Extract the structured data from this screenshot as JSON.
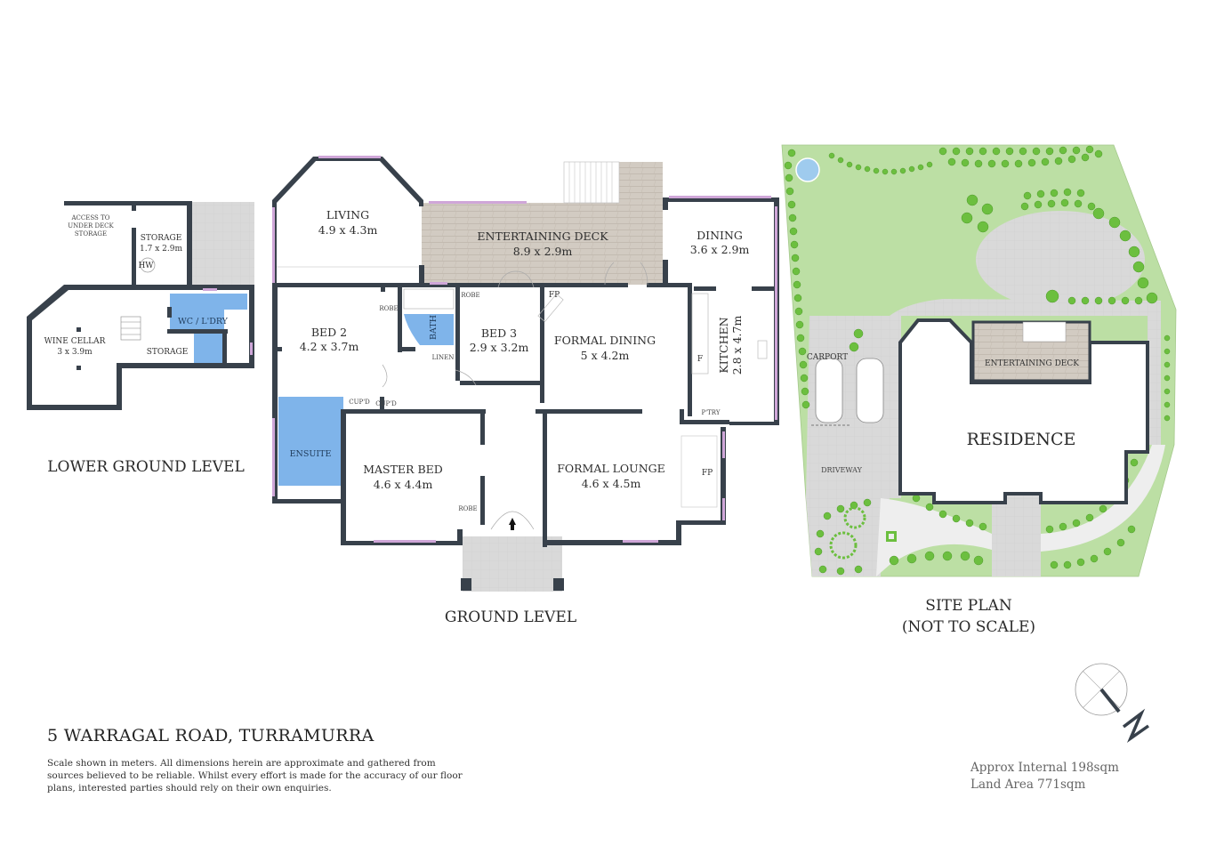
{
  "property": {
    "address": "5 WARRAGAL ROAD, TURRAMURRA",
    "disclaimer": "Scale shown in meters. All dimensions herein are approximate and gathered from sources believed to be  reliable. Whilst every effort is made for the accuracy of our floor plans, interested parties should rely on their own enquiries.",
    "approx_internal": "Approx Internal 198sqm",
    "land_area": "Land Area 771sqm"
  },
  "colors": {
    "wall": "#38414b",
    "wet_area": "#7fb4ea",
    "deck": "#d2cbc2",
    "paving": "#d9d9d9",
    "lawn": "#bcdfa4",
    "shrub": "#6cbf3f",
    "window": "#cfa6d8",
    "pool": "#9fcbee"
  },
  "lower_ground": {
    "title": "LOWER GROUND LEVEL",
    "rooms": {
      "access": [
        "ACCESS TO",
        "UNDER DECK",
        "STORAGE"
      ],
      "storage_upper": {
        "name": "STORAGE",
        "dim": "1.7 x 2.9m"
      },
      "hw": "HW",
      "wine_cellar": {
        "name": "WINE CELLAR",
        "dim": "3 x 3.9m"
      },
      "storage_lower": {
        "name": "STORAGE"
      },
      "wc_laundry": {
        "name": "WC / L'DRY"
      }
    }
  },
  "ground": {
    "title": "GROUND LEVEL",
    "rooms": {
      "living": {
        "name": "LIVING",
        "dim": "4.9 x 4.3m"
      },
      "deck": {
        "name": "ENTERTAINING DECK",
        "dim": "8.9 x 2.9m"
      },
      "dining": {
        "name": "DINING",
        "dim": "3.6 x 2.9m"
      },
      "bed2": {
        "name": "BED 2",
        "dim": "4.2 x 3.7m"
      },
      "bed3": {
        "name": "BED 3",
        "dim": "2.9 x 3.2m"
      },
      "bath": {
        "name": "BATH"
      },
      "formal_dining": {
        "name": "FORMAL DINING",
        "dim": "5 x 4.2m"
      },
      "kitchen": {
        "name": "KITCHEN",
        "dim": "2.8 x 4.7m"
      },
      "master": {
        "name": "MASTER BED",
        "dim": "4.6 x 4.4m"
      },
      "ensuite": {
        "name": "ENSUITE"
      },
      "formal_lounge": {
        "name": "FORMAL LOUNGE",
        "dim": "4.6 x 4.5m"
      }
    },
    "small": {
      "robe": "ROBE",
      "linen": "LINEN",
      "cupd": "CUP'D",
      "fp": "FP",
      "f": "F",
      "ptry": "P'TRY"
    }
  },
  "site_plan": {
    "title_line1": "SITE PLAN",
    "title_line2": "(NOT TO SCALE)",
    "residence": "RESIDENCE",
    "deck": "ENTERTAINING DECK",
    "carport": "CARPORT",
    "driveway": "DRIVEWAY"
  },
  "compass": {
    "label": "N",
    "icon": "north-arrow-icon"
  }
}
